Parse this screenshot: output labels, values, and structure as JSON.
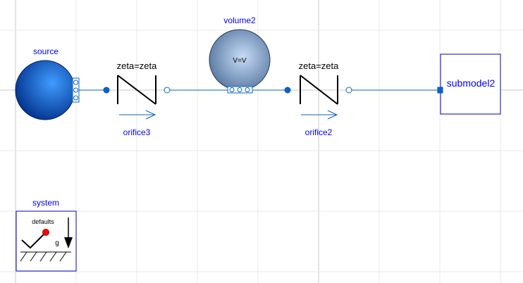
{
  "diagram": {
    "components": {
      "source": {
        "name": "source"
      },
      "orifice3": {
        "name": "orifice3",
        "param": "zeta=zeta"
      },
      "volume2": {
        "name": "volume2",
        "param": "V=V"
      },
      "orifice2": {
        "name": "orifice2",
        "param": "zeta=zeta"
      },
      "submodel2": {
        "name": "submodel2"
      },
      "system": {
        "name": "system",
        "inner_label": "defaults",
        "gravity_label": "g"
      }
    }
  },
  "colors": {
    "background": "#ffffff",
    "grid_minor": "#e8e8e8",
    "grid_major": "#c8c8c8",
    "label_blue": "#0000ff",
    "connection": "#0a64c8",
    "port_fill": "#0a64d2",
    "sphere_light": "#3f9cff",
    "sphere_dark": "#002f8a",
    "volume_light": "#c6dcf6",
    "volume_dark": "#4f6f99",
    "gravity_dot": "#ff0000"
  }
}
